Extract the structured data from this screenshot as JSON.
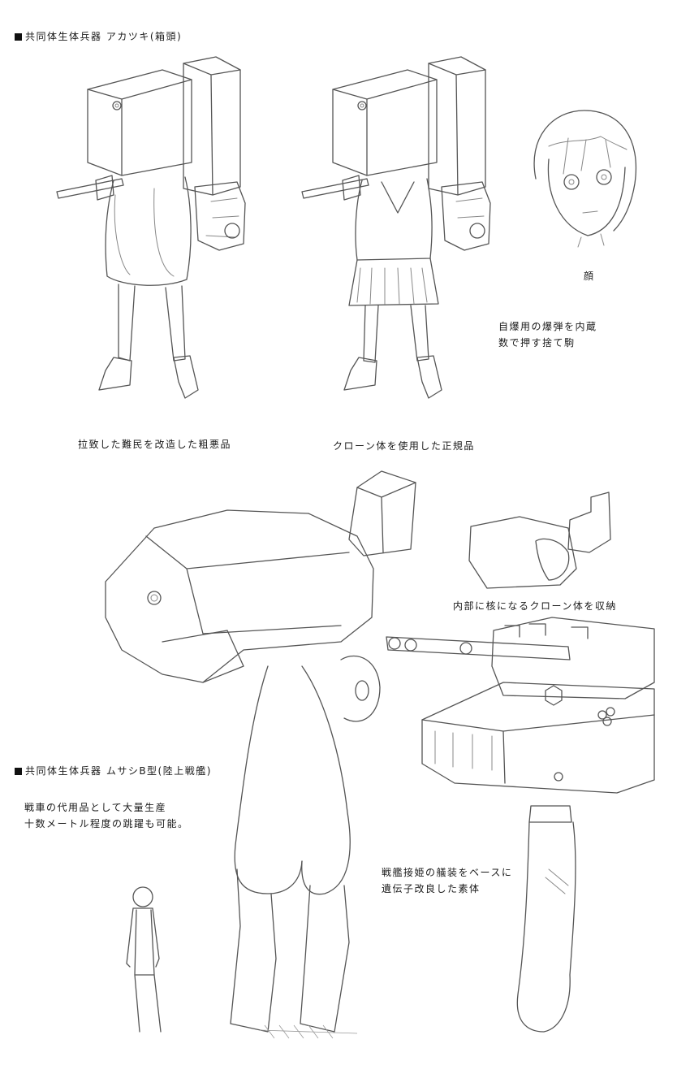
{
  "section1": {
    "header": "共同体生体兵器 アカツキ(箱頭)",
    "caption_left": "拉致した難民を改造した粗悪品",
    "caption_mid": "クローン体を使用した正規品",
    "face_label": "顔",
    "note_lines": [
      "自爆用の爆弾を内蔵",
      "数で押す捨て駒"
    ]
  },
  "section2": {
    "header": "共同体生体兵器 ムサシB型(陸上戦艦)",
    "desc_lines": [
      "戦車の代用品として大量生産",
      "十数メートル程度の跳躍も可能。"
    ],
    "core_label": "内部に核になるクローン体を収納",
    "base_lines": [
      "戦艦接姫の艤装をベースに",
      "遺伝子改良した素体"
    ]
  }
}
